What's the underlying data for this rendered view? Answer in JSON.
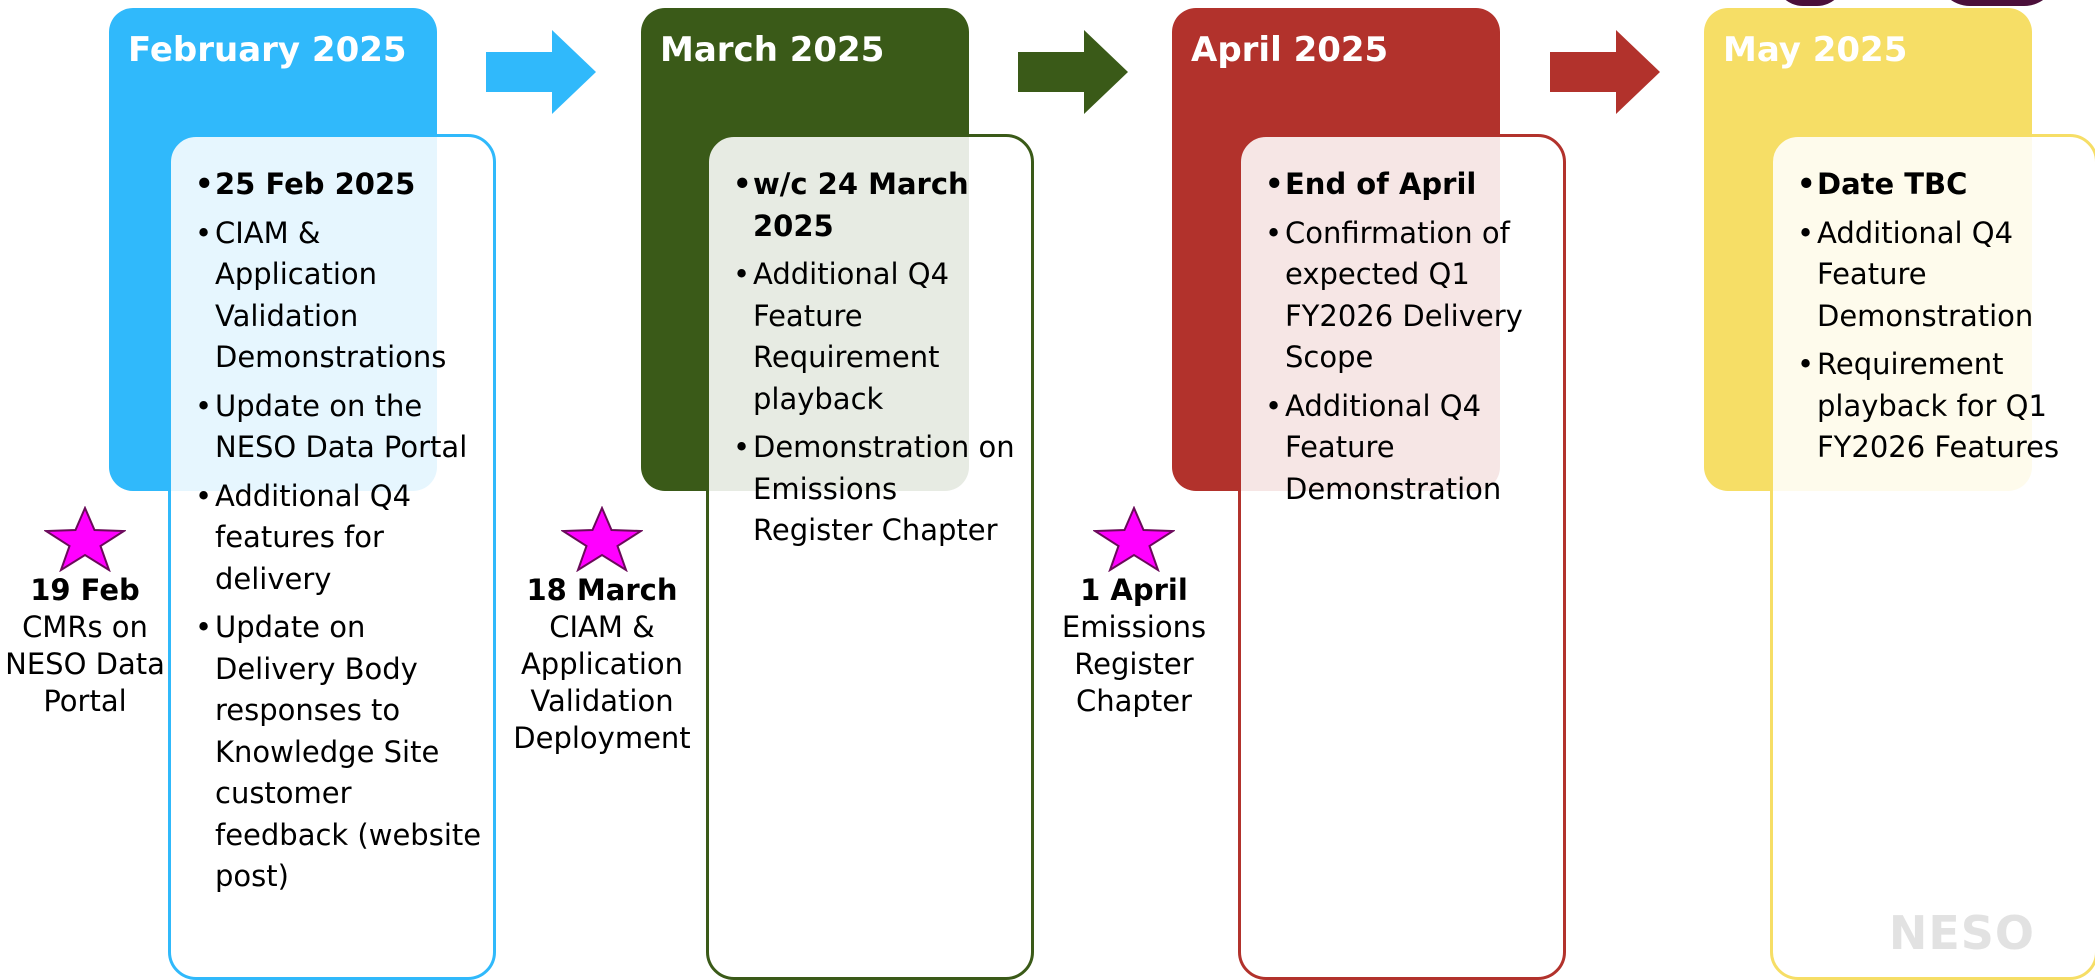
{
  "colors": {
    "feb": "#30b9fb",
    "mar": "#3a5a18",
    "apr": "#b2322c",
    "may": "#f6de66",
    "star_fill": "#ff00ff",
    "star_stroke": "#6a0a5a"
  },
  "months": [
    {
      "title": "February 2025",
      "items": [
        {
          "text": "25 Feb 2025",
          "bold": true
        },
        {
          "text": "CIAM & Application Validation Demonstrations",
          "bold": false
        },
        {
          "text": "Update on the NESO Data Portal",
          "bold": false
        },
        {
          "text": "Additional Q4 features for delivery",
          "bold": false
        },
        {
          "text": "Update on Delivery Body responses to Knowledge Site customer feedback (website post)",
          "bold": false
        }
      ]
    },
    {
      "title": "March 2025",
      "items": [
        {
          "text": "w/c 24 March 2025",
          "bold": true
        },
        {
          "text": "Additional Q4 Feature Requirement playback",
          "bold": false
        },
        {
          "text": "Demonstration on Emissions Register Chapter",
          "bold": false
        }
      ]
    },
    {
      "title": "April  2025",
      "items": [
        {
          "text": "End of April",
          "bold": true
        },
        {
          "text": "Confirmation of expected Q1 FY2026 Delivery Scope",
          "bold": false
        },
        {
          "text": "Additional Q4 Feature Demonstration",
          "bold": false
        }
      ]
    },
    {
      "title": "May  2025",
      "items": [
        {
          "text": "Date TBC",
          "bold": true
        },
        {
          "text": "Additional Q4 Feature Demonstration",
          "bold": false
        },
        {
          "text": "Requirement playback for Q1 FY2026 Features",
          "bold": false
        }
      ]
    }
  ],
  "milestones": [
    {
      "date": "19 Feb",
      "text": "CMRs on NESO Data Portal"
    },
    {
      "date": "18 March",
      "text": "CIAM & Application Validation Deployment"
    },
    {
      "date": "1 April",
      "text": "Emissions Register Chapter"
    }
  ],
  "logo": {
    "text": "NESO"
  }
}
